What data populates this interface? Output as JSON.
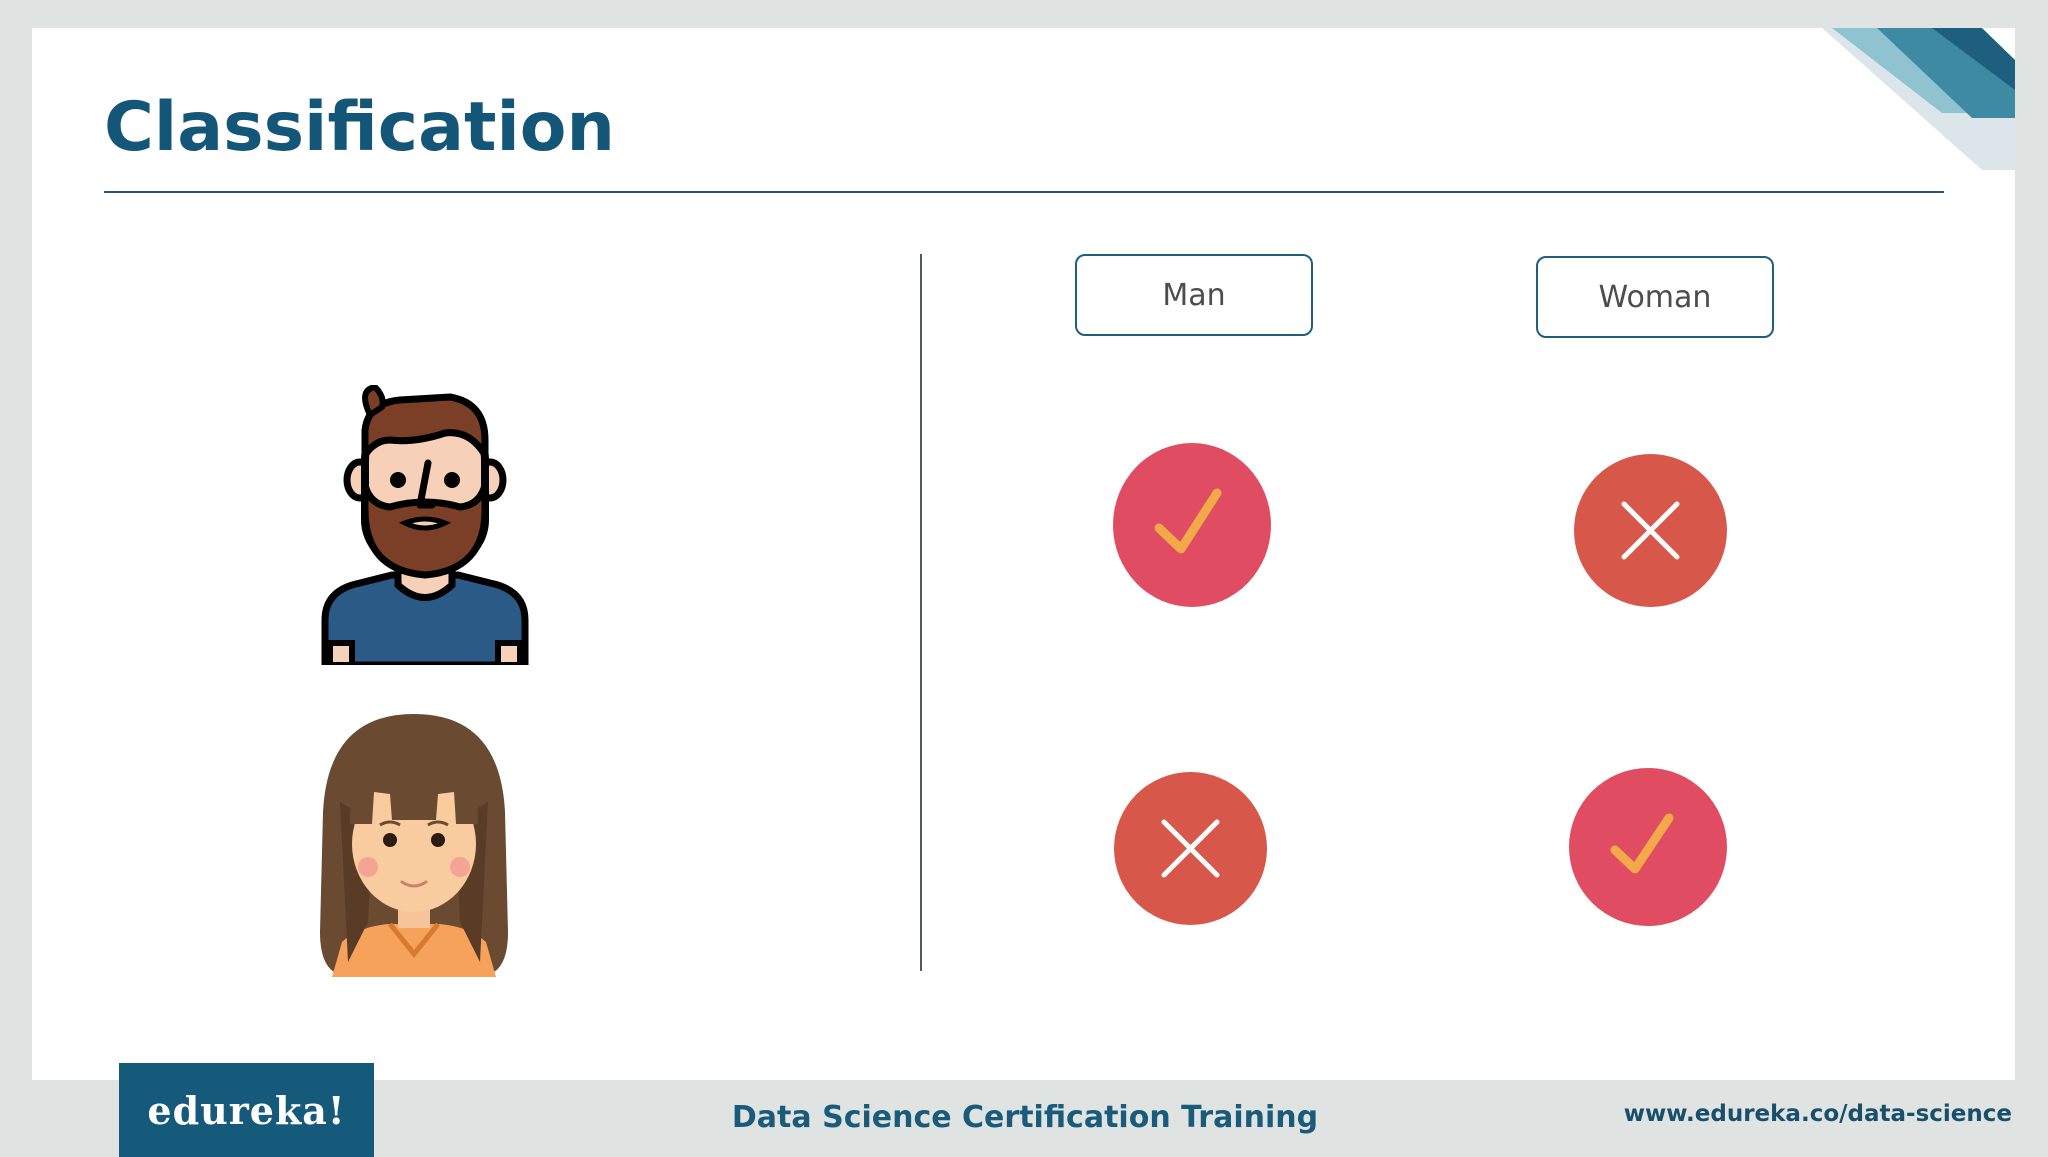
{
  "slide": {
    "title": "Classification",
    "columns": [
      {
        "label": "Man"
      },
      {
        "label": "Woman"
      }
    ],
    "rows": [
      {
        "subject": "man-avatar",
        "results": [
          "check",
          "cross"
        ]
      },
      {
        "subject": "woman-avatar",
        "results": [
          "cross",
          "check"
        ]
      }
    ]
  },
  "footer": {
    "logo": "edureka!",
    "course": "Data Science Certification Training",
    "url": "www.edureka.co/data-science"
  },
  "colors": {
    "title": "#145677",
    "check_circle": "#e04d62",
    "cross_circle": "#d7584a",
    "check_mark": "#f2a94a",
    "footer_bar": "#165a7b"
  }
}
